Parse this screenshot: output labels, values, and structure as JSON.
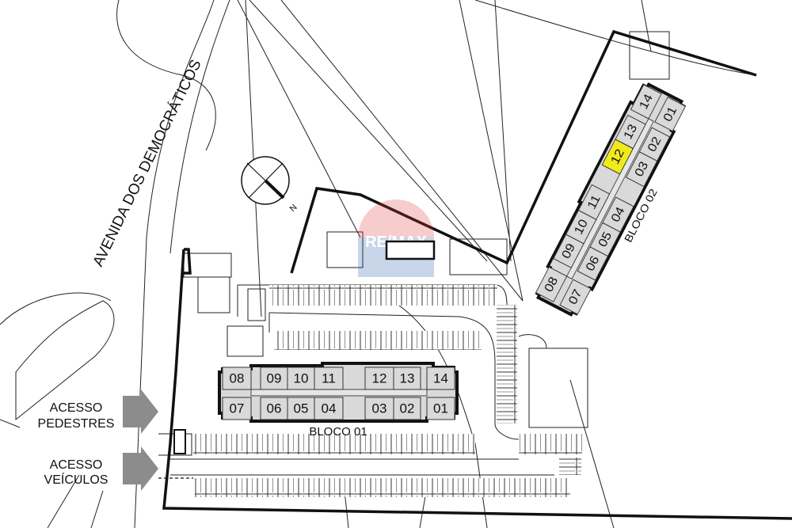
{
  "street_label": "AVENIDA DOS DEMOCRÁTICOS",
  "compass": {
    "label": "N"
  },
  "access": {
    "pedestrian": [
      "ACESSO",
      "PEDESTRES"
    ],
    "vehicle": [
      "ACESSO",
      "VEÍCULOS"
    ]
  },
  "watermark": "RE/MAX",
  "blocks": [
    {
      "label": "BLOCO 01",
      "top_units": [
        "08",
        "09",
        "10",
        "11",
        "12",
        "13",
        "14"
      ],
      "bottom_units": [
        "07",
        "06",
        "05",
        "04",
        "03",
        "02",
        "01"
      ],
      "highlighted": null
    },
    {
      "label": "BLOCO 02",
      "top_units": [
        "08",
        "09",
        "10",
        "11",
        "12",
        "13",
        "14"
      ],
      "bottom_units": [
        "07",
        "06",
        "05",
        "04",
        "03",
        "02",
        "01"
      ],
      "highlighted": "12"
    }
  ],
  "colors": {
    "highlight": "#f0ea1c",
    "unit_fill": "#d9d9d9",
    "arrow": "#8c8c8c"
  }
}
